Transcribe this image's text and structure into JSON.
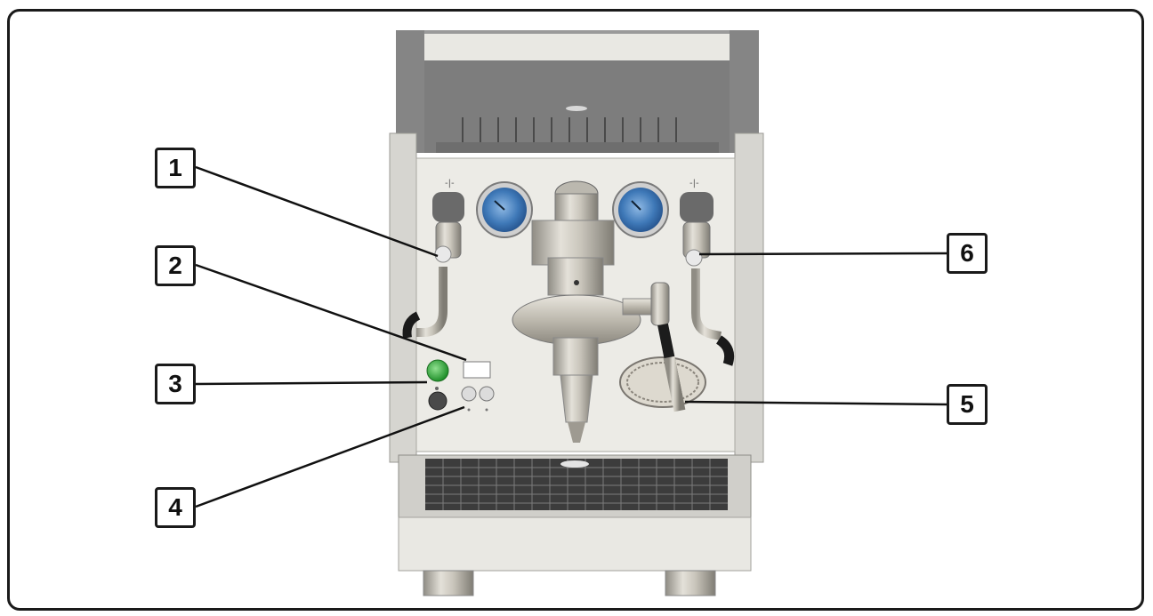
{
  "callouts": [
    {
      "id": "1",
      "label": "1"
    },
    {
      "id": "2",
      "label": "2"
    },
    {
      "id": "3",
      "label": "3"
    },
    {
      "id": "4",
      "label": "4"
    },
    {
      "id": "5",
      "label": "5"
    },
    {
      "id": "6",
      "label": "6"
    }
  ],
  "colors": {
    "frame": "#1a1a1a",
    "body_panel": "#ecebe6",
    "dark_trim": "#6b6b6b",
    "gauge_blue": "#3f79b8",
    "power_green": "#2fae3a",
    "chrome": "#b9b6ad"
  }
}
